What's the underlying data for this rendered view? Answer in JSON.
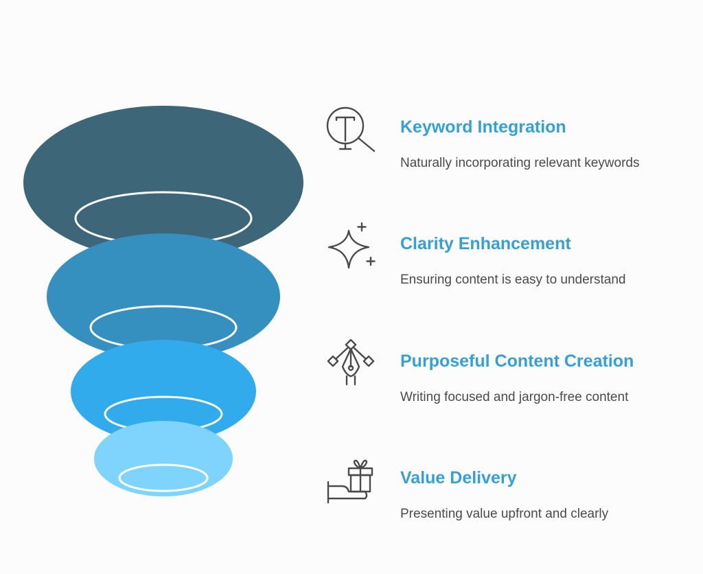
{
  "diagram": {
    "items": [
      {
        "title": "Keyword Integration",
        "description": "Naturally incorporating relevant keywords",
        "icon": "magnifier-text-icon",
        "color": "#3d6679"
      },
      {
        "title": "Clarity Enhancement",
        "description": "Ensuring content is easy to understand",
        "icon": "sparkle-icon",
        "color": "#3590c0"
      },
      {
        "title": "Purposeful Content Creation",
        "description": "Writing focused and jargon-free content",
        "icon": "pen-tool-icon",
        "color": "#31abeb"
      },
      {
        "title": "Value Delivery",
        "description": "Presenting value upfront and clearly",
        "icon": "gift-hand-icon",
        "color": "#7fd4fd"
      }
    ],
    "title_color": "#35a0d8",
    "text_color": "#4a4a4a"
  }
}
